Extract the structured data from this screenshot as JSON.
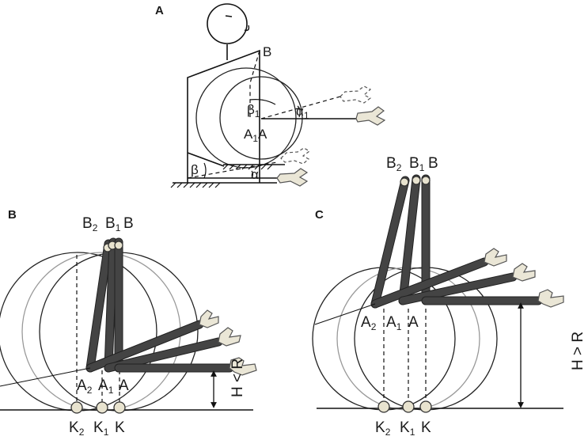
{
  "panels": {
    "a": {
      "label": "A",
      "points": {
        "top": "B",
        "center": "A",
        "center_prev": "A",
        "center_prev_sub": "1"
      },
      "angles": {
        "beta": "β",
        "alpha": "α",
        "beta1": "β",
        "beta1_sub": "1",
        "alpha1": "α",
        "alpha1_sub": "1"
      }
    },
    "b": {
      "label": "B",
      "top_labels": {
        "b2": "B",
        "b2_sub": "2",
        "b1": "B",
        "b1_sub": "1",
        "b": "B"
      },
      "base_labels": {
        "a2": "A",
        "a2_sub": "2",
        "a1": "A",
        "a1_sub": "1",
        "a": "A"
      },
      "foot_labels": {
        "k2": "K",
        "k2_sub": "2",
        "k1": "K",
        "k1_sub": "1",
        "k": "K"
      },
      "height_label": "H < R"
    },
    "c": {
      "label": "C",
      "top_labels": {
        "b2": "B",
        "b2_sub": "2",
        "b1": "B",
        "b1_sub": "1",
        "b": "B"
      },
      "base_labels": {
        "a2": "A",
        "a2_sub": "2",
        "a1": "A",
        "a1_sub": "1",
        "a": "A"
      },
      "foot_labels": {
        "k2": "K",
        "k2_sub": "2",
        "k1": "K",
        "k1_sub": "1",
        "k": "K"
      },
      "height_label": "H > R"
    }
  }
}
